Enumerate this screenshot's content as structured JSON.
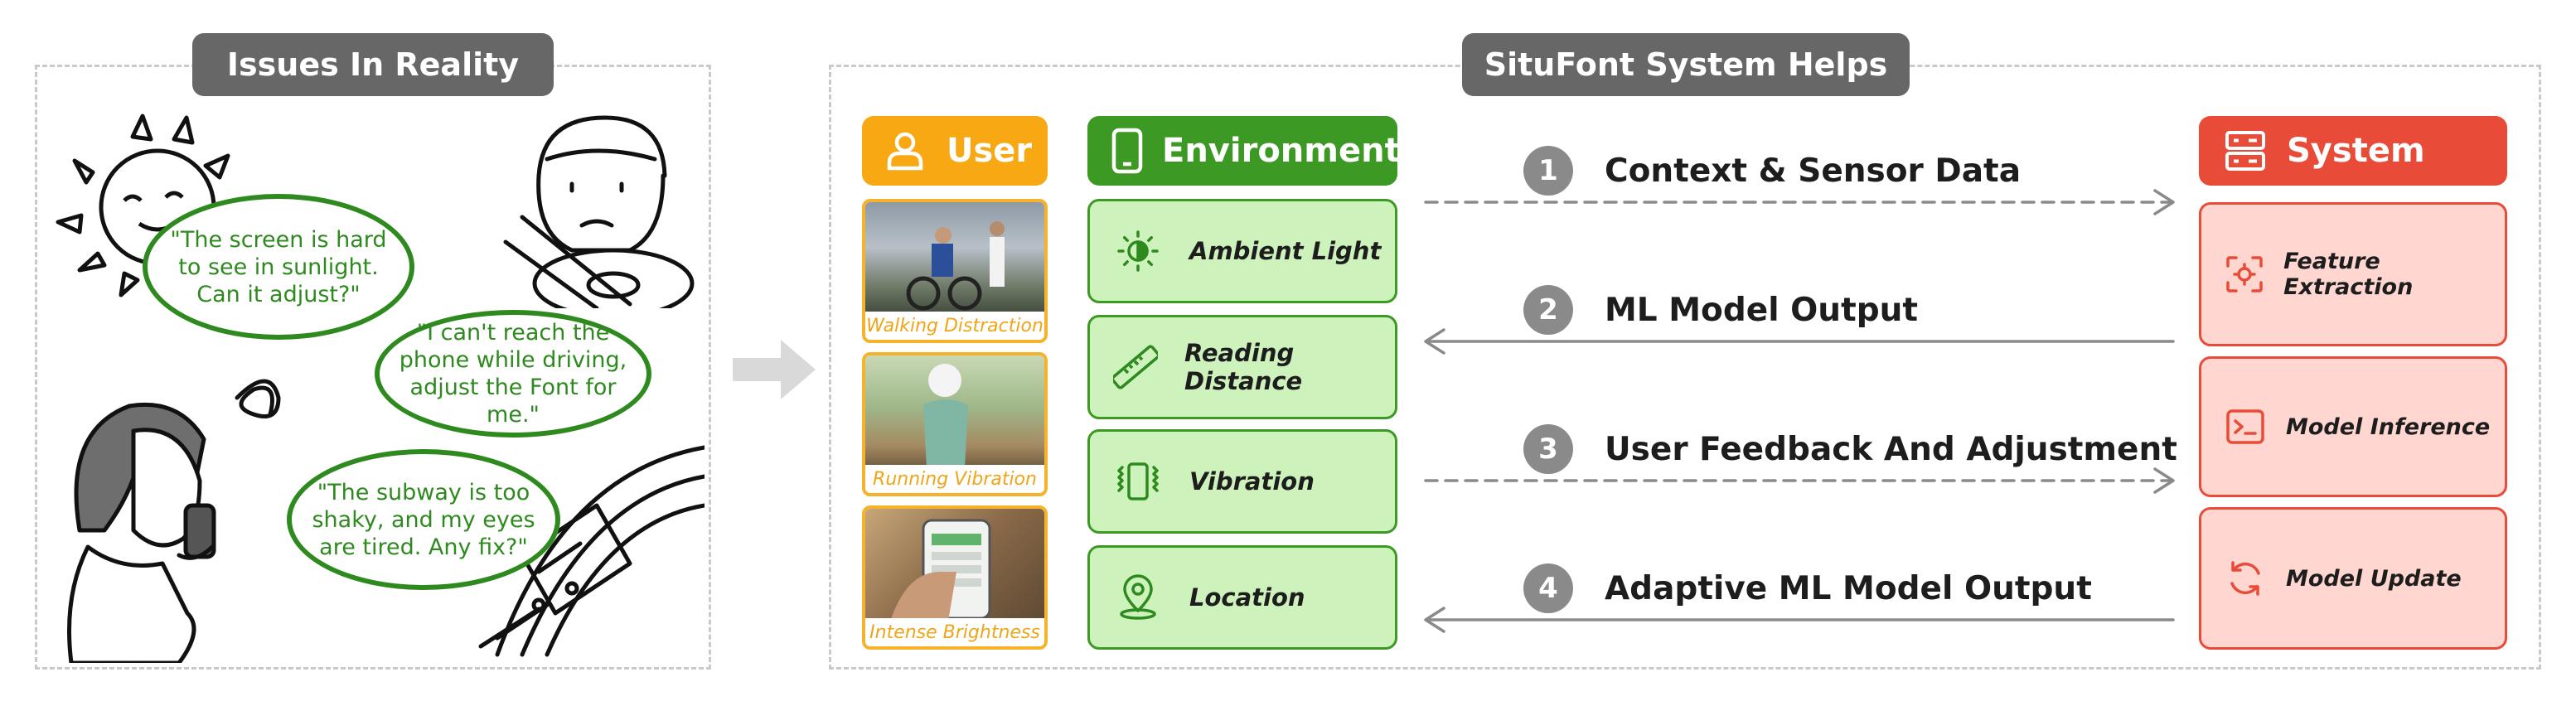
{
  "left_panel": {
    "title": "Issues In Reality",
    "quotes": [
      "\"The screen is hard to see in sunlight. Can it adjust?\"",
      "\"I can't reach the phone while driving, adjust the Font for me.\"",
      "\"The subway is too shaky, and my eyes are tired. Any fix?\""
    ]
  },
  "right_panel": {
    "title": "SituFont System Helps",
    "user": {
      "header": "User",
      "icon": "person-icon",
      "scenarios": [
        "Walking Distraction",
        "Running Vibration",
        "Intense Brightness"
      ]
    },
    "environment": {
      "header": "Environment",
      "icon": "smartphone-icon",
      "items": [
        {
          "label": "Ambient Light",
          "icon": "brightness-icon"
        },
        {
          "label": "Reading Distance",
          "icon": "ruler-icon"
        },
        {
          "label": "Vibration",
          "icon": "vibration-icon"
        },
        {
          "label": "Location",
          "icon": "location-pin-icon"
        }
      ]
    },
    "flow": [
      {
        "num": "1",
        "label": "Context & Sensor Data",
        "direction": "right",
        "style": "dashed"
      },
      {
        "num": "2",
        "label": "ML Model Output",
        "direction": "left",
        "style": "solid"
      },
      {
        "num": "3",
        "label": "User Feedback And Adjustment",
        "direction": "right",
        "style": "dashed"
      },
      {
        "num": "4",
        "label": "Adaptive ML Model Output",
        "direction": "left",
        "style": "solid"
      }
    ],
    "system": {
      "header": "System",
      "icon": "server-icon",
      "items": [
        {
          "label": "Feature Extraction",
          "icon": "focus-target-icon"
        },
        {
          "label": "Model Inference",
          "icon": "terminal-icon"
        },
        {
          "label": "Model Update",
          "icon": "refresh-icon"
        }
      ]
    }
  },
  "colors": {
    "user_accent": "#f7a812",
    "environment_accent": "#3c9a24",
    "environment_fill": "#cdf2bb",
    "system_accent": "#e84c38",
    "system_fill": "#ffd6d0",
    "quote_green": "#2e8a1e",
    "title_gray": "#676767"
  }
}
